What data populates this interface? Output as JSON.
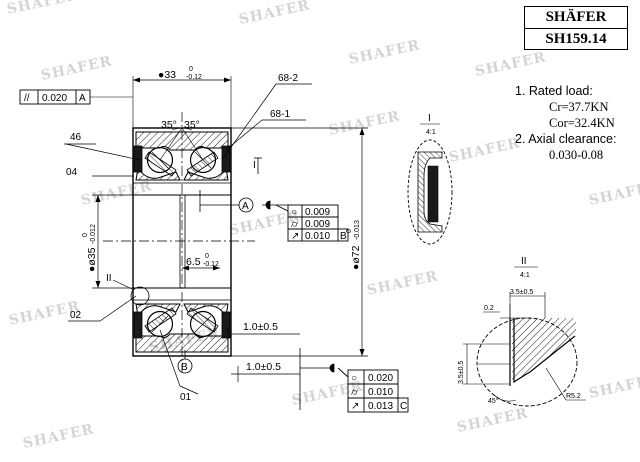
{
  "brand": {
    "name": "SHÄFER",
    "part_number": "SH159.14"
  },
  "watermark": "SHAFER",
  "specs": {
    "rated_load_heading": "1. Rated load:",
    "cr": "Cr=37.7KN",
    "cor": "Cor=32.4KN",
    "axial_clearance_heading": "2. Axial clearance:",
    "axial_clearance_value": "0.030-0.08"
  },
  "dimensions": {
    "width_main": "●33",
    "width_tol_upper": "0",
    "width_tol_lower": "-0.12",
    "bore": "●ø35",
    "bore_tol_upper": "0",
    "bore_tol_lower": "-0.012",
    "outer": "●ø72",
    "outer_tol_upper": "0",
    "outer_tol_lower": "-0.013",
    "inner_offset": "6.5",
    "inner_offset_tol_upper": "0",
    "inner_offset_tol_lower": "-0.12",
    "angle_left": "35°",
    "angle_right": "35°",
    "seal_offset_1": "1.0±0.5",
    "seal_offset_2": "1.0±0.5"
  },
  "parts": {
    "p68_2": "68-2",
    "p68_1": "68-1",
    "p46": "46",
    "p04": "04",
    "p02": "02",
    "p01": "01"
  },
  "datums": {
    "a": "A",
    "b": "B",
    "c": "C"
  },
  "tolerance_frames": {
    "parallel": {
      "symbol": "//",
      "value": "0.020",
      "datum": "A"
    },
    "upper": [
      {
        "symbol": "○",
        "value": "0.009",
        "datum": ""
      },
      {
        "symbol": "⌭",
        "value": "0.009",
        "datum": ""
      },
      {
        "symbol": "↗",
        "value": "0.010",
        "datum": "B"
      }
    ],
    "lower": [
      {
        "symbol": "○",
        "value": "0.020",
        "datum": ""
      },
      {
        "symbol": "⌭",
        "value": "0.010",
        "datum": ""
      },
      {
        "symbol": "↗",
        "value": "0.013",
        "datum": "C"
      }
    ]
  },
  "details": {
    "detail_i": {
      "label": "I",
      "scale": "4:1"
    },
    "detail_ii": {
      "label": "II",
      "scale": "4:1"
    },
    "marker_i": "I",
    "marker_ii": "II",
    "chamfer_width": "3.5±0.5",
    "chamfer_height": "3.5±0.5",
    "lip": "0.2",
    "angle": "45°",
    "radius": "R5.2"
  }
}
